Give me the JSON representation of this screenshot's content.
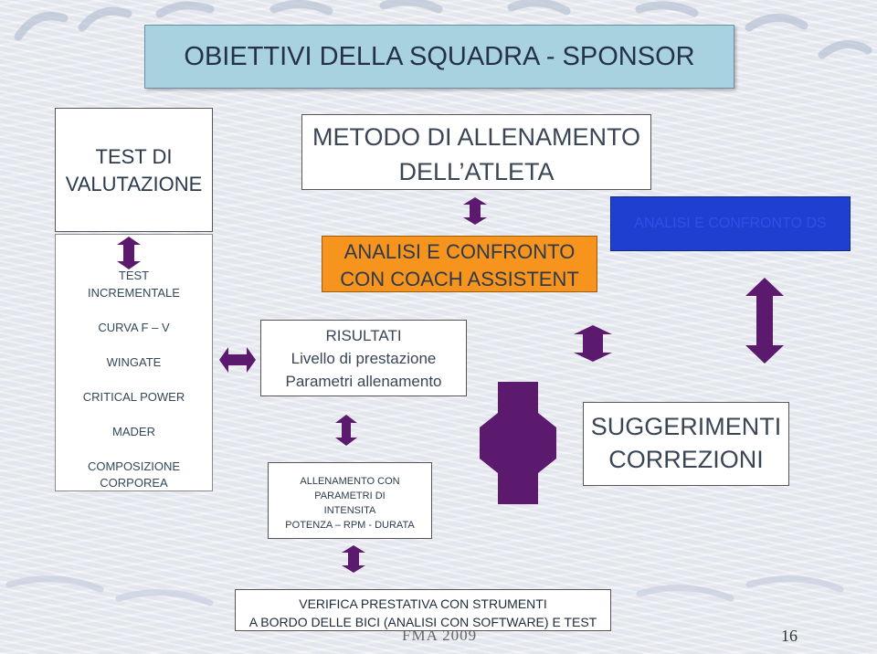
{
  "title": "OBIETTIVI DELLA SQUADRA - SPONSOR",
  "test_valutazione": [
    "TEST DI",
    "VALUTAZIONE"
  ],
  "tests": [
    "TEST",
    "INCREMENTALE",
    "CURVA F – V",
    "WINGATE",
    "CRITICAL POWER",
    "MADER",
    "COMPOSIZIONE",
    "CORPOREA"
  ],
  "metodo": [
    "METODO DI ALLENAMENTO",
    "DELL’ATLETA"
  ],
  "coach": [
    "ANALISI E CONFRONTO",
    "CON COACH ASSISTENT"
  ],
  "ds": "ANALISI E CONFRONTO DS",
  "risultati": [
    "RISULTATI",
    "Livello di prestazione",
    "Parametri allenamento"
  ],
  "allenamento": [
    "ALLENAMENTO CON",
    "PARAMETRI DI",
    "INTENSITA",
    "POTENZA – RPM - DURATA"
  ],
  "suggerimenti": [
    "SUGGERIMENTI",
    "CORREZIONI"
  ],
  "verifica": [
    "VERIFICA PRESTATIVA CON STRUMENTI",
    "A BORDO DELLE BICI (ANALISI CON SOFTWARE) E TEST"
  ],
  "footer": "FMA 2009",
  "page_number": "16",
  "colors": {
    "title_bg": "#a8d2e0",
    "coach_bg": "#f7941d",
    "ds_bg": "#1f3fd0",
    "arrow": "#5c1a6e"
  }
}
